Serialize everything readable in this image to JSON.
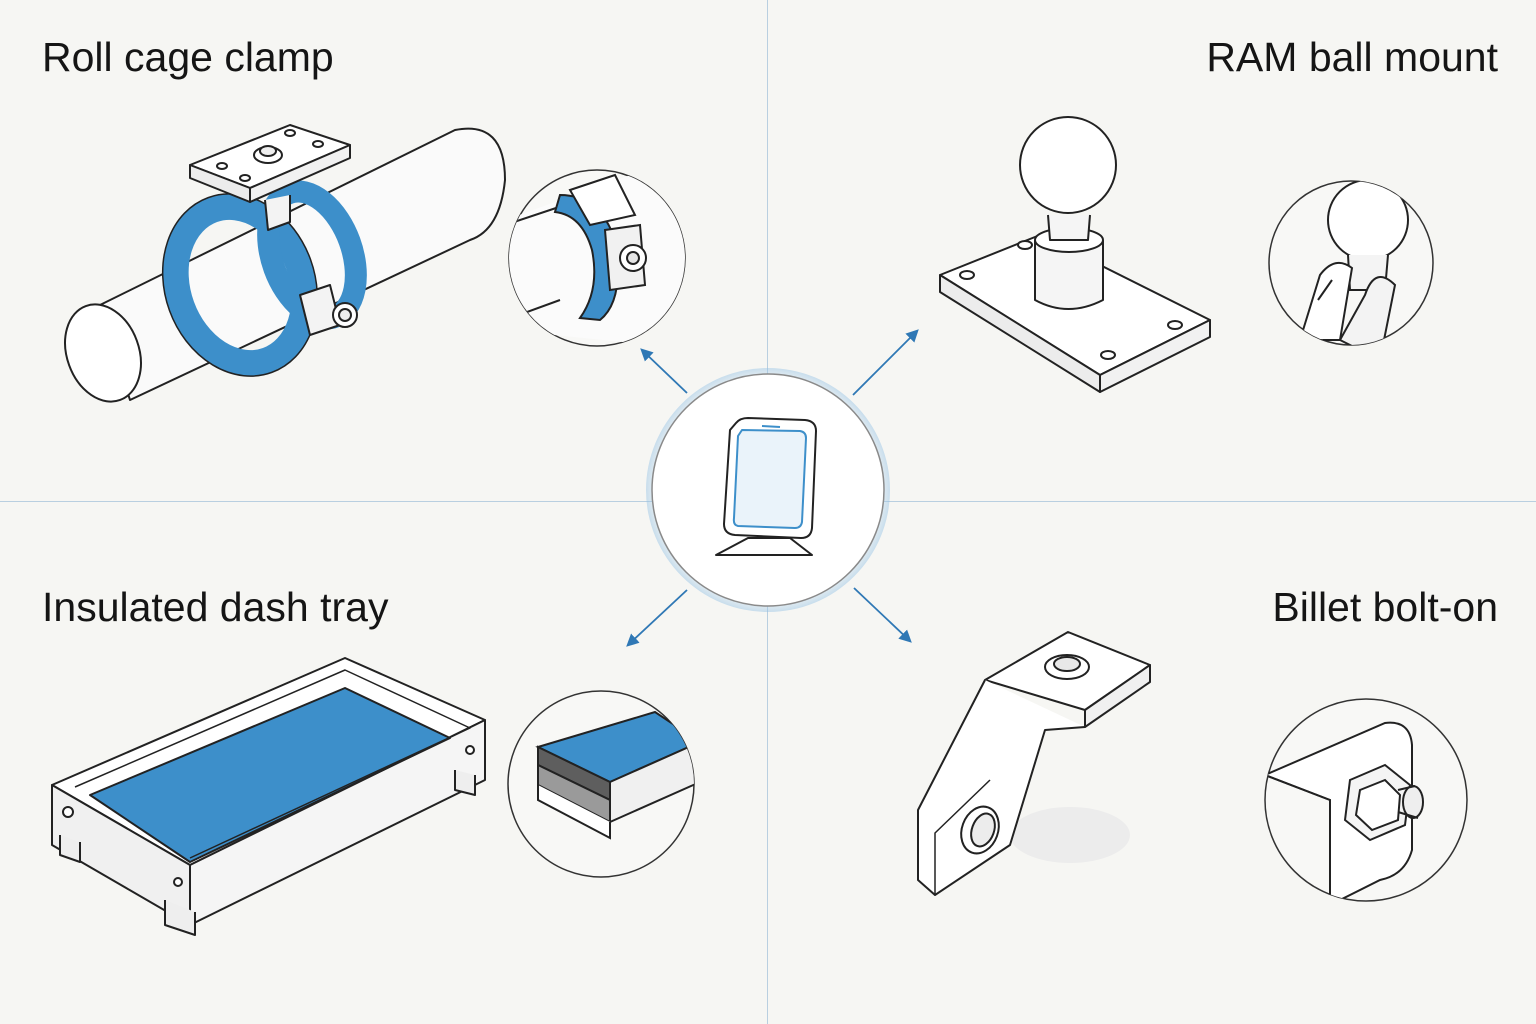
{
  "panels": {
    "top_left": {
      "label": "Roll cage clamp",
      "illustration": "roll-cage-clamp-icon",
      "detail": "clamp-hinge-bolt-detail-icon"
    },
    "top_right": {
      "label": "RAM ball mount",
      "illustration": "ram-ball-mount-icon",
      "detail": "ball-socket-arm-detail-icon"
    },
    "bottom_left": {
      "label": "Insulated dash tray",
      "illustration": "dash-tray-icon",
      "detail": "insulation-layer-detail-icon"
    },
    "bottom_right": {
      "label": "Billet bolt-on",
      "illustration": "billet-bracket-icon",
      "detail": "hex-nut-bolt-detail-icon"
    }
  },
  "center": {
    "icon": "phone-on-stand-icon"
  },
  "colors": {
    "accent_blue": "#3d8fca",
    "line": "#222222",
    "divider": "#b9cfe0",
    "background": "#f6f6f3"
  }
}
